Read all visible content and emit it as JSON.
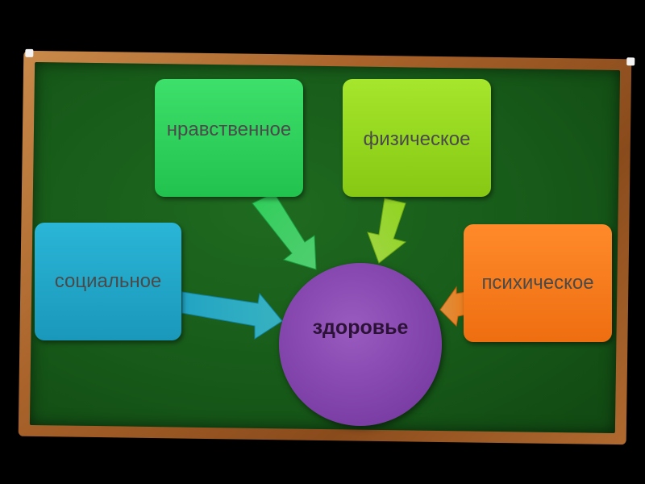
{
  "diagram": {
    "center": {
      "label": "здоровье"
    },
    "nodes": {
      "moral": {
        "label": "нравственное"
      },
      "physical": {
        "label": "физическое"
      },
      "social": {
        "label": "социальное"
      },
      "psychic": {
        "label": "психическое"
      }
    }
  },
  "colors": {
    "board": "#175a19",
    "frame": "#a8622a",
    "moral": "#2fd35c",
    "physical": "#96d91f",
    "social": "#22a7ca",
    "psychic": "#f57c1c",
    "center": "#7c3fa6"
  }
}
